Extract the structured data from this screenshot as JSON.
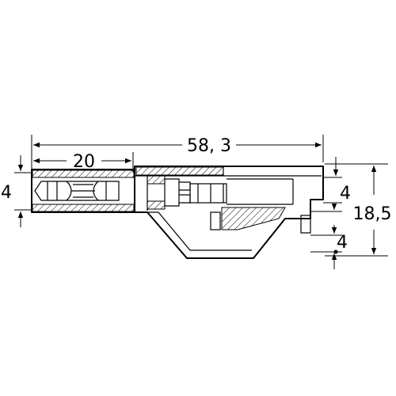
{
  "dimensions": {
    "overall_length": "58, 3",
    "pin_length": "20",
    "pin_diameter": "4",
    "socket_diameter": "4",
    "cross_hole": "4",
    "height": "18,5"
  }
}
